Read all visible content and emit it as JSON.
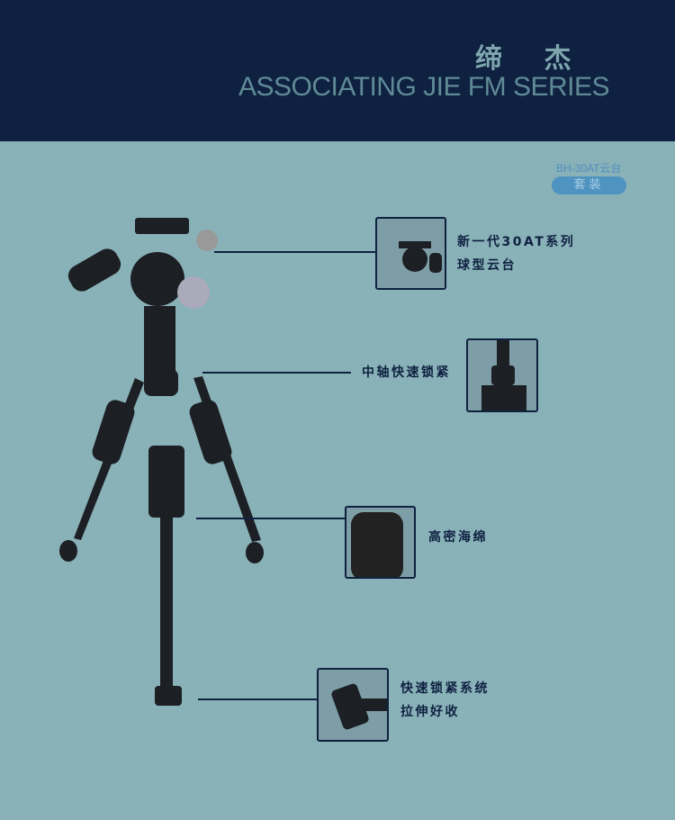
{
  "header": {
    "title_cn": "缔 杰",
    "title_en": "ASSOCIATING JIE FM SERIES"
  },
  "product": {
    "model": "BH-30AT云台",
    "badge": "套装"
  },
  "features": [
    {
      "lines": [
        "新一代30AT系列",
        "球型云台"
      ]
    },
    {
      "lines": [
        "中轴快速锁紧"
      ]
    },
    {
      "lines": [
        "高密海绵"
      ]
    },
    {
      "lines": [
        "快速锁紧系统",
        "拉伸好收"
      ]
    }
  ],
  "colors": {
    "header": "#0e2140",
    "background": "#89b1b8",
    "accent": "#4f93c0"
  }
}
